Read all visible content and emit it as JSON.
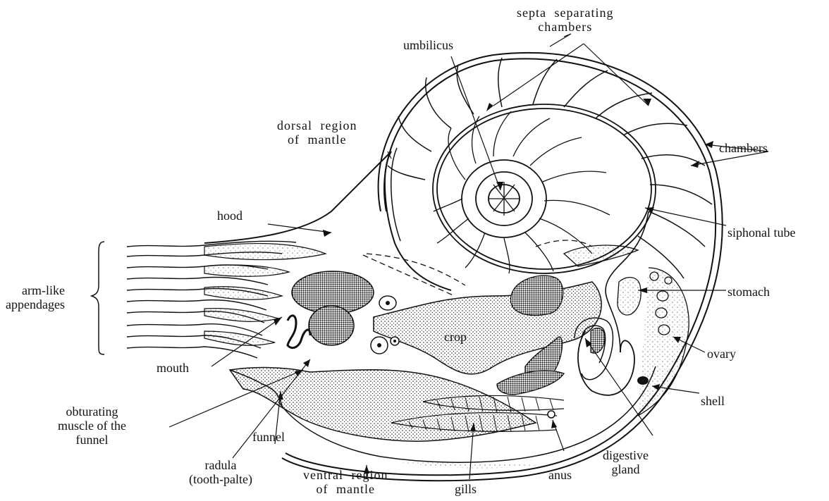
{
  "labels": {
    "septa": [
      "septa separating",
      "chambers"
    ],
    "umbilicus": "umbilicus",
    "dorsal": [
      "dorsal region",
      "of mantle"
    ],
    "chambers": "chambers",
    "hood": "hood",
    "siphonal_tube": "siphonal tube",
    "arm_like": [
      "arm-like",
      "appendages"
    ],
    "stomach": "stomach",
    "crop": "crop",
    "ovary": "ovary",
    "mouth": "mouth",
    "shell": "shell",
    "obturating": [
      "obturating",
      "muscle of the",
      "funnel"
    ],
    "funnel": "funnel",
    "digestive_gland": [
      "digestive",
      "gland"
    ],
    "radula": [
      "radula",
      "(tooth-palte)"
    ],
    "ventral": [
      "ventral region",
      "of mantle"
    ],
    "gills": "gills",
    "anus": "anus"
  }
}
